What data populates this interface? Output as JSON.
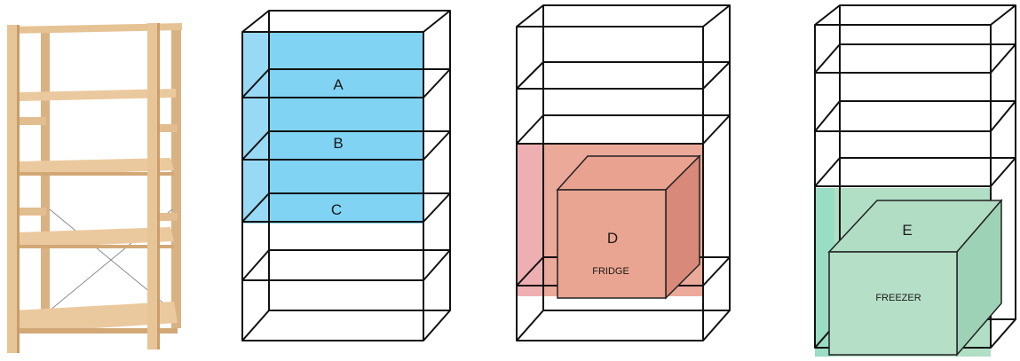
{
  "zones": [
    {
      "letter": "A",
      "color": "#5cc6ef"
    },
    {
      "letter": "B",
      "color": "#5cc6ef"
    },
    {
      "letter": "C",
      "color": "#5cc6ef"
    },
    {
      "letter": "D",
      "caption": "FRIDGE",
      "color": "#e89a88"
    },
    {
      "letter": "E",
      "caption": "FREEZER",
      "color": "#a8dcc0"
    }
  ],
  "colors": {
    "wood": "#e9c79d",
    "wood_dark": "#c99d6c",
    "wire": "#111111"
  }
}
